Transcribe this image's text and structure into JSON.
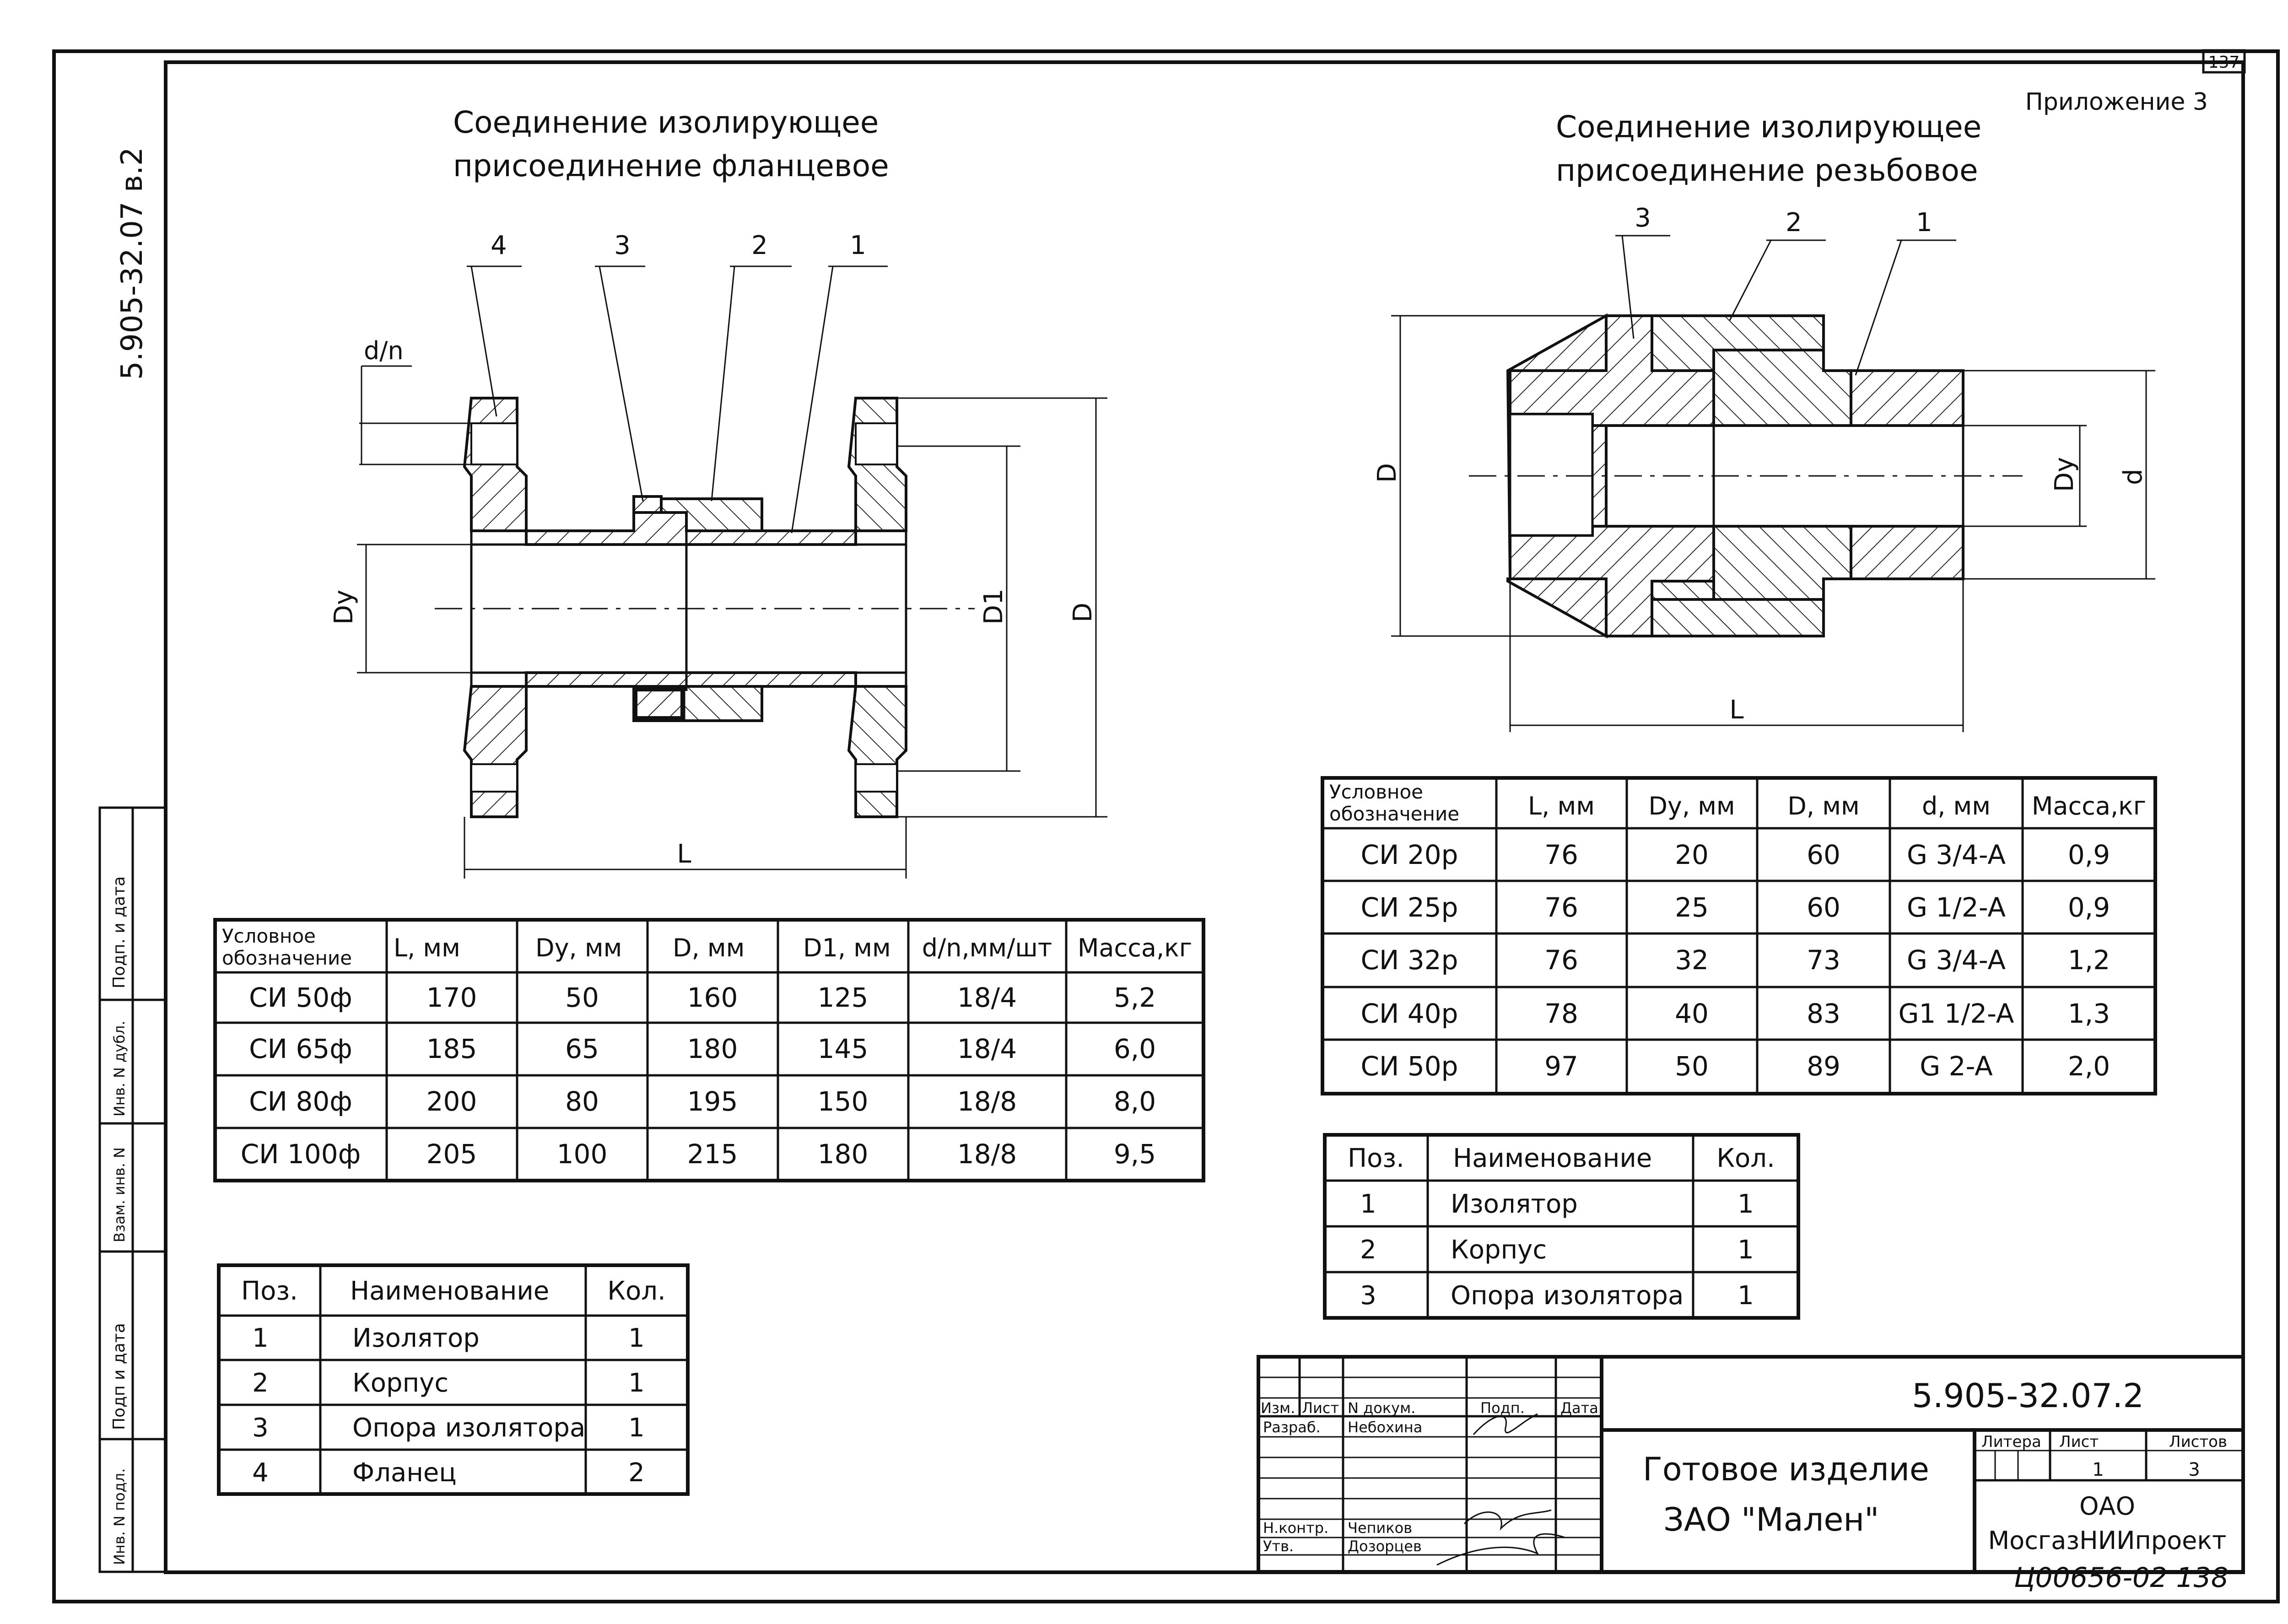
{
  "sheet": {
    "page_number": "137",
    "appendix": "Приложение 3",
    "side_code": "5.905-32.07 в.2",
    "bottom_number": "Ц00656-02  138",
    "left_strip": [
      "Подп. и дата",
      "Инв. N дубл.",
      "Взам. инв. N",
      "Подп и дата",
      "Инв. N подл."
    ]
  },
  "left": {
    "title_line1": "Соединение изолирующее",
    "title_line2": "присоединение фланцевое",
    "callouts": [
      "4",
      "3",
      "2",
      "1"
    ],
    "dim_labels": {
      "dn": "d/n",
      "dy": "Dy",
      "d1": "D1",
      "d": "D",
      "l": "L"
    },
    "spec_table": {
      "headers": [
        "Условное обозначение",
        "L, мм",
        "Dy, мм",
        "D, мм",
        "D1, мм",
        "d/n,мм/шт",
        "Масса,кг"
      ],
      "rows": [
        [
          "СИ 50ф",
          "170",
          "50",
          "160",
          "125",
          "18/4",
          "5,2"
        ],
        [
          "СИ 65ф",
          "185",
          "65",
          "180",
          "145",
          "18/4",
          "6,0"
        ],
        [
          "СИ 80ф",
          "200",
          "80",
          "195",
          "150",
          "18/8",
          "8,0"
        ],
        [
          "СИ 100ф",
          "205",
          "100",
          "215",
          "180",
          "18/8",
          "9,5"
        ]
      ]
    },
    "parts_table": {
      "headers": [
        "Поз.",
        "Наименование",
        "Кол."
      ],
      "rows": [
        [
          "1",
          "Изолятор",
          "1"
        ],
        [
          "2",
          "Корпус",
          "1"
        ],
        [
          "3",
          "Опора изолятора",
          "1"
        ],
        [
          "4",
          "Фланец",
          "2"
        ]
      ]
    }
  },
  "right": {
    "title_line1": "Соединение изолирующее",
    "title_line2": "присоединение резьбовое",
    "callouts": [
      "3",
      "2",
      "1"
    ],
    "dim_labels": {
      "d_big": "D",
      "dy": "Dy",
      "d_small": "d",
      "l": "L"
    },
    "spec_table": {
      "headers": [
        "Условное обозначение",
        "L, мм",
        "Dy, мм",
        "D, мм",
        "d, мм",
        "Масса,кг"
      ],
      "rows": [
        [
          "СИ 20р",
          "76",
          "20",
          "60",
          "G 3/4-A",
          "0,9"
        ],
        [
          "СИ 25р",
          "76",
          "25",
          "60",
          "G 1/2-A",
          "0,9"
        ],
        [
          "СИ 32р",
          "76",
          "32",
          "73",
          "G 3/4-A",
          "1,2"
        ],
        [
          "СИ 40р",
          "78",
          "40",
          "83",
          "G1 1/2-A",
          "1,3"
        ],
        [
          "СИ 50р",
          "97",
          "50",
          "89",
          "G 2-A",
          "2,0"
        ]
      ]
    },
    "parts_table": {
      "headers": [
        "Поз.",
        "Наименование",
        "Кол."
      ],
      "rows": [
        [
          "1",
          "Изолятор",
          "1"
        ],
        [
          "2",
          "Корпус",
          "1"
        ],
        [
          "3",
          "Опора изолятора",
          "1"
        ]
      ]
    }
  },
  "title_block": {
    "doc_code": "5.905-32.07.2",
    "name_line1": "Готовое изделие",
    "name_line2": "ЗАО \"Мален\"",
    "col_headers": [
      "Изм.",
      "Лист",
      "N докум.",
      "Подп.",
      "Дата"
    ],
    "roles": [
      "Разраб.",
      "Н.контр.",
      "Утв."
    ],
    "people": [
      "Небохина",
      "Чепиков",
      "Дозорцев"
    ],
    "litera_label": "Литера",
    "sheet_label": "Лист",
    "sheets_label": "Листов",
    "sheet_value": "1",
    "sheets_value": "3",
    "org_line1": "ОАО",
    "org_line2": "МосгазНИИпроект"
  }
}
